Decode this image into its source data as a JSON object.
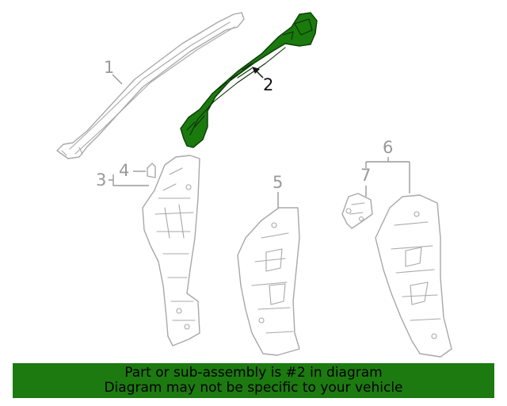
{
  "diagram": {
    "callouts": [
      {
        "id": "1",
        "label": "1",
        "highlighted": false
      },
      {
        "id": "2",
        "label": "2",
        "highlighted": true
      },
      {
        "id": "3",
        "label": "3",
        "highlighted": false
      },
      {
        "id": "4",
        "label": "4",
        "highlighted": false
      },
      {
        "id": "5",
        "label": "5",
        "highlighted": false
      },
      {
        "id": "6",
        "label": "6",
        "highlighted": false
      },
      {
        "id": "7",
        "label": "7",
        "highlighted": false
      }
    ],
    "highlight_color": "#1b7a0e",
    "part_outline_color": "#a8a8a8"
  },
  "banner": {
    "line1": "Part or sub-assembly is #2 in diagram",
    "line2": "Diagram may not be specific to your vehicle",
    "background_color": "#1d7a10"
  }
}
